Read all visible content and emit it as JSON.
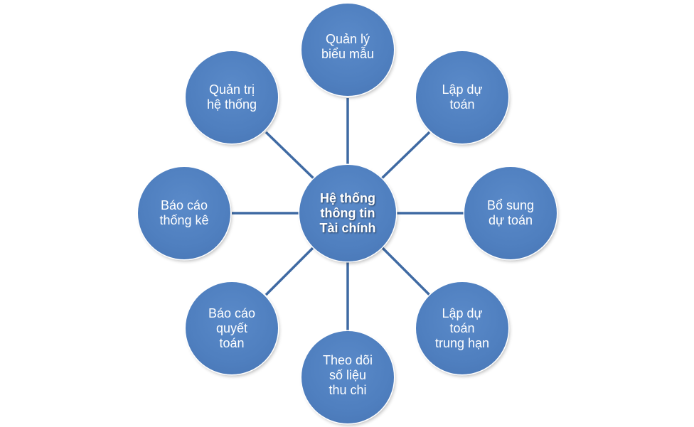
{
  "diagram": {
    "center": {
      "label": "Hệ thống\nthông tin\nTài chính"
    },
    "nodes": [
      {
        "id": "quan-ly-bieu-mau",
        "label": "Quản lý\nbiểu mẫu"
      },
      {
        "id": "lap-du-toan",
        "label": "Lập dự\ntoán"
      },
      {
        "id": "bo-sung-du-toan",
        "label": "Bổ sung\ndự toán"
      },
      {
        "id": "lap-du-toan-trung-han",
        "label": "Lập dự\ntoán\ntrung hạn"
      },
      {
        "id": "theo-doi-so-lieu-thu-chi",
        "label": "Theo dõi\nsố liệu\nthu chi"
      },
      {
        "id": "bao-cao-quyet-toan",
        "label": "Báo cáo\nquyết\ntoán"
      },
      {
        "id": "bao-cao-thong-ke",
        "label": "Báo cáo\nthống kê"
      },
      {
        "id": "quan-tri-he-thong",
        "label": "Quản trị\nhệ thống"
      }
    ],
    "colors": {
      "node_fill": "#4f7fbf",
      "connector": "#3f6aa3",
      "text": "#ffffff"
    }
  }
}
